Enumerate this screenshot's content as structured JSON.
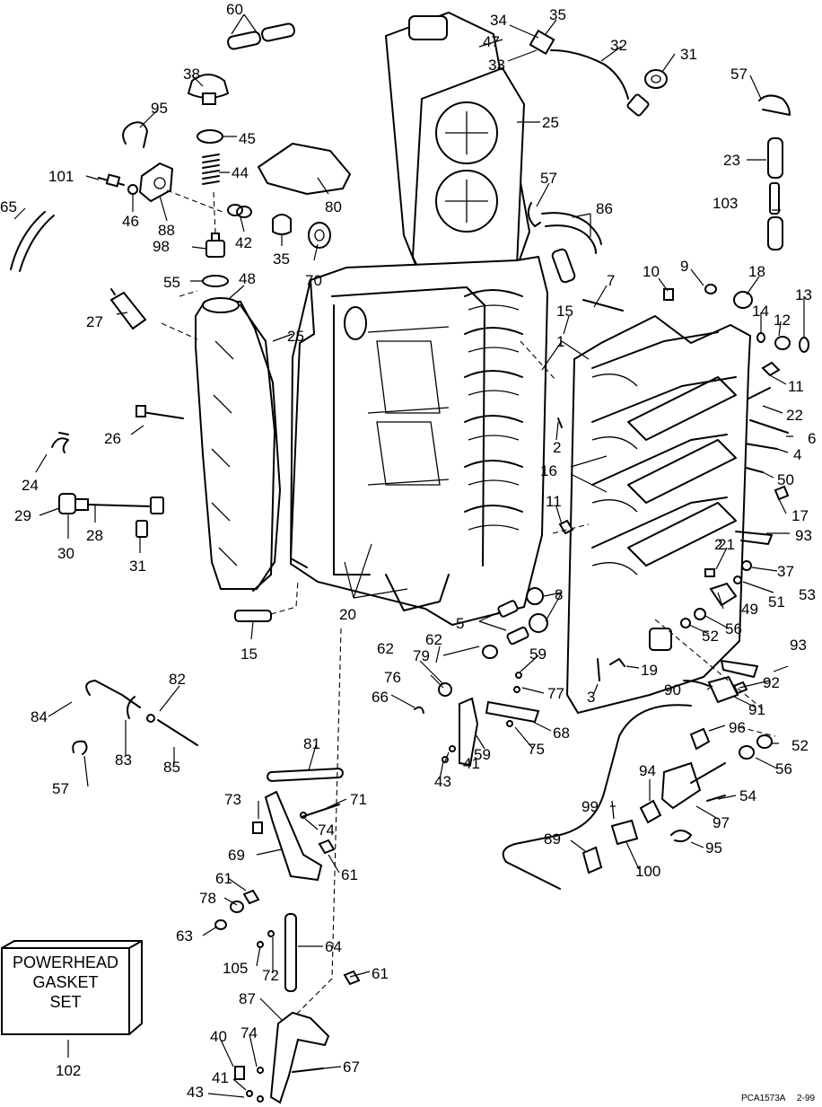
{
  "gasket_box": {
    "lines": [
      "POWERHEAD",
      "GASKET",
      "SET"
    ],
    "part_number": "102"
  },
  "footer": {
    "drawing_id": "PCA1573A",
    "date": "2-99"
  },
  "callouts": [
    {
      "id": "c60",
      "label": "60"
    },
    {
      "id": "c34",
      "label": "34"
    },
    {
      "id": "c35a",
      "label": "35"
    },
    {
      "id": "c47",
      "label": "47"
    },
    {
      "id": "c33",
      "label": "33"
    },
    {
      "id": "c32",
      "label": "32"
    },
    {
      "id": "c31a",
      "label": "31"
    },
    {
      "id": "c57a",
      "label": "57"
    },
    {
      "id": "c38",
      "label": "38"
    },
    {
      "id": "c95a",
      "label": "95"
    },
    {
      "id": "c45",
      "label": "45"
    },
    {
      "id": "c25a",
      "label": "25"
    },
    {
      "id": "c23",
      "label": "23"
    },
    {
      "id": "c44",
      "label": "44"
    },
    {
      "id": "c101",
      "label": "101"
    },
    {
      "id": "c46",
      "label": "46"
    },
    {
      "id": "c88",
      "label": "88"
    },
    {
      "id": "c80",
      "label": "80"
    },
    {
      "id": "c57b",
      "label": "57"
    },
    {
      "id": "c86",
      "label": "86"
    },
    {
      "id": "c103",
      "label": "103"
    },
    {
      "id": "c65",
      "label": "65"
    },
    {
      "id": "c42",
      "label": "42"
    },
    {
      "id": "c98",
      "label": "98"
    },
    {
      "id": "c35b",
      "label": "35"
    },
    {
      "id": "c70",
      "label": "70"
    },
    {
      "id": "c10",
      "label": "10"
    },
    {
      "id": "c9",
      "label": "9"
    },
    {
      "id": "c18",
      "label": "18"
    },
    {
      "id": "c13",
      "label": "13"
    },
    {
      "id": "c55",
      "label": "55"
    },
    {
      "id": "c48",
      "label": "48"
    },
    {
      "id": "c7",
      "label": "7"
    },
    {
      "id": "c14",
      "label": "14"
    },
    {
      "id": "c12",
      "label": "12"
    },
    {
      "id": "c15a",
      "label": "15"
    },
    {
      "id": "c27",
      "label": "27"
    },
    {
      "id": "c25b",
      "label": "25"
    },
    {
      "id": "c1",
      "label": "1"
    },
    {
      "id": "c11a",
      "label": "11"
    },
    {
      "id": "c22",
      "label": "22"
    },
    {
      "id": "c26",
      "label": "26"
    },
    {
      "id": "c2a",
      "label": "2"
    },
    {
      "id": "c6",
      "label": "6"
    },
    {
      "id": "c4",
      "label": "4"
    },
    {
      "id": "c16",
      "label": "16"
    },
    {
      "id": "c50",
      "label": "50"
    },
    {
      "id": "c24",
      "label": "24"
    },
    {
      "id": "c29",
      "label": "29"
    },
    {
      "id": "c28",
      "label": "28"
    },
    {
      "id": "c30",
      "label": "30"
    },
    {
      "id": "c11b",
      "label": "11"
    },
    {
      "id": "c17",
      "label": "17"
    },
    {
      "id": "c93a",
      "label": "93"
    },
    {
      "id": "c31b",
      "label": "31"
    },
    {
      "id": "c2b",
      "label": "2"
    },
    {
      "id": "c37",
      "label": "37"
    },
    {
      "id": "c53",
      "label": "53"
    },
    {
      "id": "c51",
      "label": "51"
    },
    {
      "id": "c8",
      "label": "8"
    },
    {
      "id": "c20",
      "label": "20"
    },
    {
      "id": "c49",
      "label": "49"
    },
    {
      "id": "c5",
      "label": "5"
    },
    {
      "id": "c56a",
      "label": "56"
    },
    {
      "id": "c52a",
      "label": "52"
    },
    {
      "id": "c15b",
      "label": "15"
    },
    {
      "id": "c62a",
      "label": "62"
    },
    {
      "id": "c62b",
      "label": "62"
    },
    {
      "id": "c79",
      "label": "79"
    },
    {
      "id": "c59a",
      "label": "59"
    },
    {
      "id": "c93b",
      "label": "93"
    },
    {
      "id": "c76",
      "label": "76"
    },
    {
      "id": "c19",
      "label": "19"
    },
    {
      "id": "c66",
      "label": "66"
    },
    {
      "id": "c77",
      "label": "77"
    },
    {
      "id": "c3",
      "label": "3"
    },
    {
      "id": "c90",
      "label": "90"
    },
    {
      "id": "c92",
      "label": "92"
    },
    {
      "id": "c82",
      "label": "82"
    },
    {
      "id": "c91",
      "label": "91"
    },
    {
      "id": "c84",
      "label": "84"
    },
    {
      "id": "c68",
      "label": "68"
    },
    {
      "id": "c96",
      "label": "96"
    },
    {
      "id": "c41a",
      "label": "41"
    },
    {
      "id": "c59b",
      "label": "59"
    },
    {
      "id": "c75",
      "label": "75"
    },
    {
      "id": "c52b",
      "label": "52"
    },
    {
      "id": "c83",
      "label": "83"
    },
    {
      "id": "c85",
      "label": "85"
    },
    {
      "id": "c43a",
      "label": "43"
    },
    {
      "id": "c56b",
      "label": "56"
    },
    {
      "id": "c57c",
      "label": "57"
    },
    {
      "id": "c81",
      "label": "81"
    },
    {
      "id": "c94",
      "label": "94"
    },
    {
      "id": "c73",
      "label": "73"
    },
    {
      "id": "c71",
      "label": "71"
    },
    {
      "id": "c54",
      "label": "54"
    },
    {
      "id": "c99",
      "label": "99"
    },
    {
      "id": "c74a",
      "label": "74"
    },
    {
      "id": "c97",
      "label": "97"
    },
    {
      "id": "c69",
      "label": "69"
    },
    {
      "id": "c89",
      "label": "89"
    },
    {
      "id": "c95b",
      "label": "95"
    },
    {
      "id": "c61a",
      "label": "61"
    },
    {
      "id": "c100",
      "label": "100"
    },
    {
      "id": "c61b",
      "label": "61"
    },
    {
      "id": "c78",
      "label": "78"
    },
    {
      "id": "c63",
      "label": "63"
    },
    {
      "id": "c64",
      "label": "64"
    },
    {
      "id": "c105",
      "label": "105"
    },
    {
      "id": "c72",
      "label": "72"
    },
    {
      "id": "c61c",
      "label": "61"
    },
    {
      "id": "c87",
      "label": "87"
    },
    {
      "id": "c40",
      "label": "40"
    },
    {
      "id": "c74b",
      "label": "74"
    },
    {
      "id": "c67",
      "label": "67"
    },
    {
      "id": "c41b",
      "label": "41"
    },
    {
      "id": "c43b",
      "label": "43"
    },
    {
      "id": "c21",
      "label": "21"
    }
  ]
}
